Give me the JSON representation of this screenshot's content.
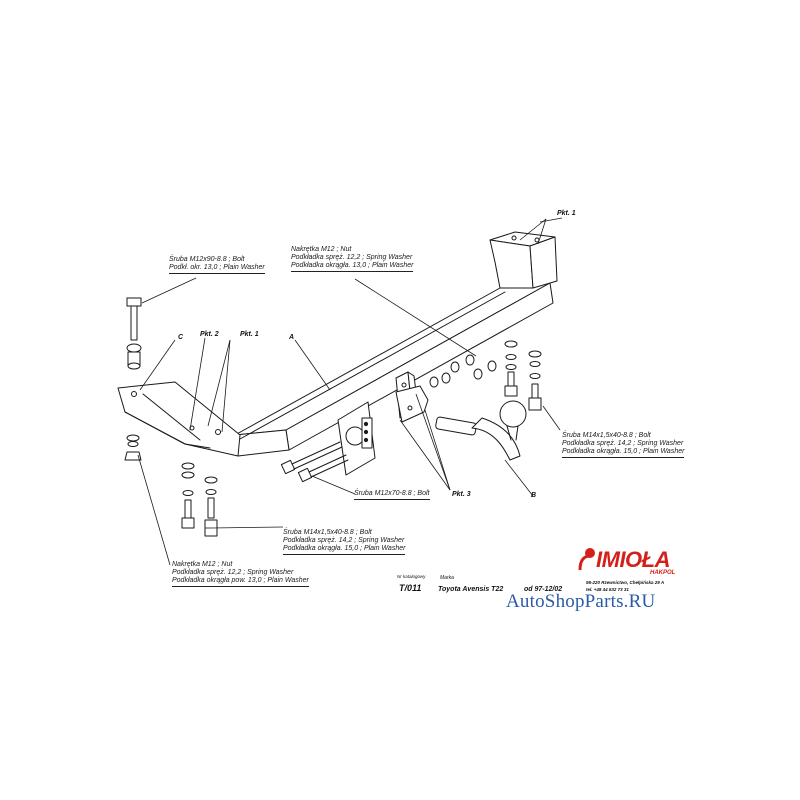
{
  "callouts": {
    "bolt_m12x90": [
      "Śruba M12x90-8.8 ; Bolt",
      "Podkł. okr. 13,0 ; Plain Washer"
    ],
    "nut_m12_top": [
      "Nakrętka M12 ; Nut",
      "Podkładka spręż. 12,2 ; Spring Washer",
      "Podkładka okrągła. 13,0 ; Plain Washer"
    ],
    "bolt_m14_right": [
      "Śruba M14x1,5x40-8.8 ; Bolt",
      "Podkładka spręż. 14,2 ; Spring Washer",
      "Podkładka okrągła. 15,0 ; Plain Washer"
    ],
    "bolt_m12x70": [
      "Śruba M12x70-8.8 ; Bolt"
    ],
    "bolt_m14_center": [
      "Śruba M14x1,5x40-8.8 ; Bolt",
      "Podkładka spręż. 14,2 ; Spring Washer",
      "Podkładka okrągła. 15,0 ; Plain Washer"
    ],
    "nut_m12_bottom": [
      "Nakrętka M12 ; Nut",
      "Podkładka spręż. 12,2 ; Spring Washer",
      "Podkładka okrągła pow. 13,0 ; Plain Washer"
    ]
  },
  "tags": {
    "pkt1_right": "Pkt. 1",
    "pkt1_left": "Pkt. 1",
    "pkt2": "Pkt. 2",
    "pkt3": "Pkt. 3",
    "c": "C",
    "a": "A",
    "b": "B"
  },
  "title_block": {
    "model_header": "Nr katalogowy",
    "model_value": "T/011",
    "make_header": "Marka",
    "make_value": "Toyota Avensis T22",
    "date_value": "od 97-12/02"
  },
  "brand": {
    "name": "IMIOŁA",
    "sub": "HAKPOL",
    "address_line1": "95-220 Rzewnictwo, Chełpińska 29 A",
    "address_line2": "tel. +48 44 632 73 31"
  },
  "watermark": {
    "text": "AutoShopParts.RU"
  },
  "colors": {
    "ink": "#1a1a1a",
    "brand_red": "#d4201a",
    "watermark_blue": "#2a5aa8"
  }
}
